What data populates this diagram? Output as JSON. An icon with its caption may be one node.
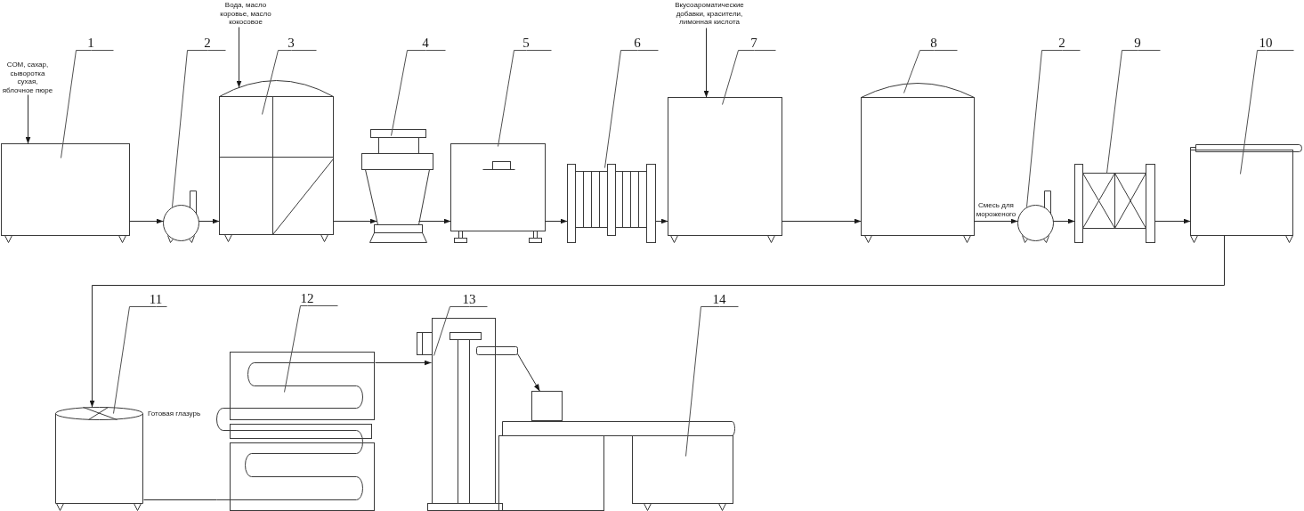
{
  "diagram": {
    "nodes": [
      {
        "text": [
          "СОМ, сахар, сыворотка сухая, яблочное пюре"
        ]
      },
      {
        "text": [
          "1"
        ]
      },
      {
        "text": [],
        "shape": "picture"
      },
      {
        "text": [
          "2"
        ]
      },
      {
        "text": [],
        "shape": "picture"
      },
      {
        "text": [
          "Вода, масло коровье, масло кокосовое"
        ]
      },
      {
        "text": [
          "3"
        ]
      },
      {
        "text": [],
        "shape": "picture"
      },
      {
        "text": [
          "4"
        ]
      },
      {
        "text": [],
        "shape": "picture"
      },
      {
        "text": [
          "5"
        ]
      },
      {
        "text": [],
        "shape": "picture"
      },
      {
        "text": [
          "6"
        ]
      },
      {
        "text": [],
        "shape": "picture"
      },
      {
        "text": [
          "Вкусоароматические добавки, красители, лимонная кислота"
        ]
      },
      {
        "text": [
          "7"
        ]
      },
      {
        "text": [],
        "shape": "picture"
      },
      {
        "text": [
          "8"
        ]
      },
      {
        "text": [],
        "shape": "picture"
      },
      {
        "text": [
          "2"
        ]
      },
      {
        "text": [],
        "shape": "picture"
      },
      {
        "text": [
          "9"
        ]
      },
      {
        "text": [],
        "shape": "box"
      },
      {
        "text": [
          "10"
        ]
      },
      {
        "text": [],
        "shape": "box"
      },
      {
        "text": [
          "11"
        ]
      },
      {
        "text": [],
        "shape": "picture",
        "beside": [
          "Готовая глазурь"
        ]
      },
      {
        "text": [
          "12"
        ]
      },
      {
        "text": [],
        "shape": "picture"
      },
      {
        "text": [
          "13"
        ]
      },
      {
        "text": [],
        "shape": "picture"
      },
      {
        "text": [],
        "shape": "box"
      },
      {
        "text": [
          "14"
        ]
      },
      {
        "text": [],
        "shape": "picture"
      }
    ],
    "edges": [
      {
        "from": 0,
        "to": 2,
        "arrow": "to"
      },
      {
        "from": 1,
        "to": 2,
        "arrow": "none"
      },
      {
        "from": 2,
        "to": 4,
        "arrow": "to"
      },
      {
        "from": 3,
        "to": 4,
        "arrow": "none"
      },
      {
        "from": 4,
        "to": 7,
        "arrow": "to"
      },
      {
        "from": 5,
        "to": 7,
        "arrow": "to"
      },
      {
        "from": 6,
        "to": 7,
        "arrow": "none"
      },
      {
        "from": 7,
        "to": 9,
        "arrow": "to"
      },
      {
        "from": 8,
        "to": 9,
        "arrow": "none"
      },
      {
        "from": 9,
        "to": 11,
        "arrow": "to"
      },
      {
        "from": 10,
        "to": 11,
        "arrow": "none"
      },
      {
        "from": 11,
        "to": 13,
        "arrow": "to"
      },
      {
        "from": 12,
        "to": 13,
        "arrow": "none"
      },
      {
        "from": 13,
        "to": 16,
        "arrow": "to"
      },
      {
        "from": 14,
        "to": 16,
        "arrow": "to"
      },
      {
        "from": 15,
        "to": 16,
        "arrow": "none"
      },
      {
        "from": 16,
        "to": 18,
        "arrow": "to"
      },
      {
        "from": 17,
        "to": 18,
        "arrow": "none"
      },
      {
        "from": 18,
        "to": 20,
        "arrow": "to",
        "label": "Смесь для мороженого"
      },
      {
        "from": 19,
        "to": 20,
        "arrow": "none"
      },
      {
        "from": 20,
        "to": 22,
        "arrow": "to"
      },
      {
        "from": 21,
        "to": 22,
        "arrow": "none"
      },
      {
        "from": 22,
        "to": 24,
        "arrow": "to"
      },
      {
        "from": 23,
        "to": 24,
        "arrow": "none"
      },
      {
        "from": 24,
        "to": 26,
        "arrow": "to"
      },
      {
        "from": 25,
        "to": 26,
        "arrow": "none"
      },
      {
        "from": 26,
        "to": 28,
        "arrow": "none"
      },
      {
        "from": 27,
        "to": 28,
        "arrow": "none"
      },
      {
        "from": 28,
        "to": 30,
        "arrow": "to"
      },
      {
        "from": 29,
        "to": 30,
        "arrow": "none"
      },
      {
        "from": 30,
        "to": 31,
        "arrow": "to"
      },
      {
        "from": 32,
        "to": 33,
        "arrow": "none"
      }
    ]
  }
}
